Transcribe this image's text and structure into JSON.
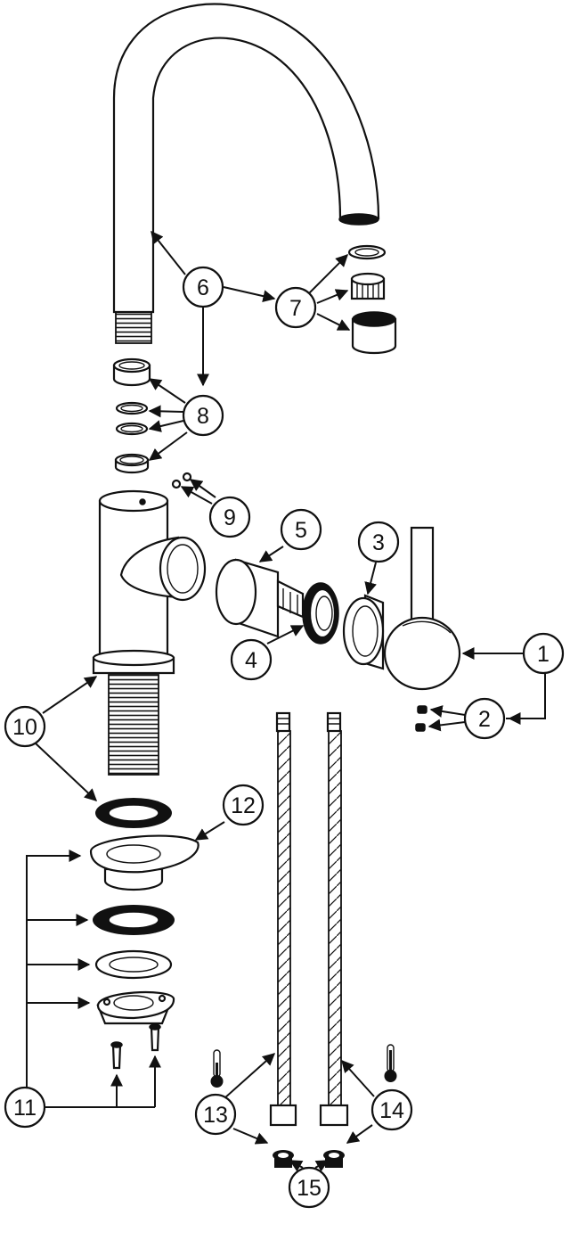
{
  "callouts": [
    {
      "label": "1"
    },
    {
      "label": "2"
    },
    {
      "label": "3"
    },
    {
      "label": "4"
    },
    {
      "label": "5"
    },
    {
      "label": "6"
    },
    {
      "label": "7"
    },
    {
      "label": "8"
    },
    {
      "label": "9"
    },
    {
      "label": "10"
    },
    {
      "label": "11"
    },
    {
      "label": "12"
    },
    {
      "label": "13"
    },
    {
      "label": "14"
    },
    {
      "label": "15"
    }
  ],
  "icons": {
    "cold": "thermometer-cold-icon",
    "hot": "thermometer-hot-icon"
  },
  "colors": {
    "ink": "#111111",
    "paper": "#ffffff"
  }
}
